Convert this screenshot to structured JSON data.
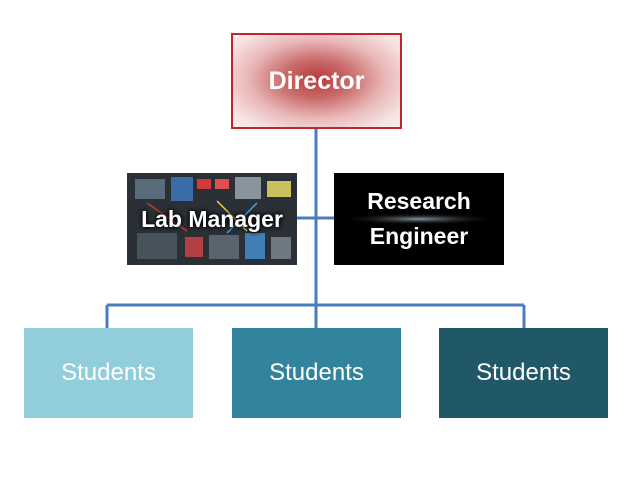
{
  "colors": {
    "connector": "#4a7ebb",
    "director_border": "#c0272d",
    "student_light": "#92cddc",
    "student_mid": "#31849b",
    "student_dark": "#215868"
  },
  "director": {
    "label": "Director"
  },
  "lab_manager": {
    "label": "Lab Manager"
  },
  "research_engineer": {
    "line1": "Research",
    "line2": "Engineer"
  },
  "students": [
    {
      "label": "Students"
    },
    {
      "label": "Students"
    },
    {
      "label": "Students"
    }
  ]
}
